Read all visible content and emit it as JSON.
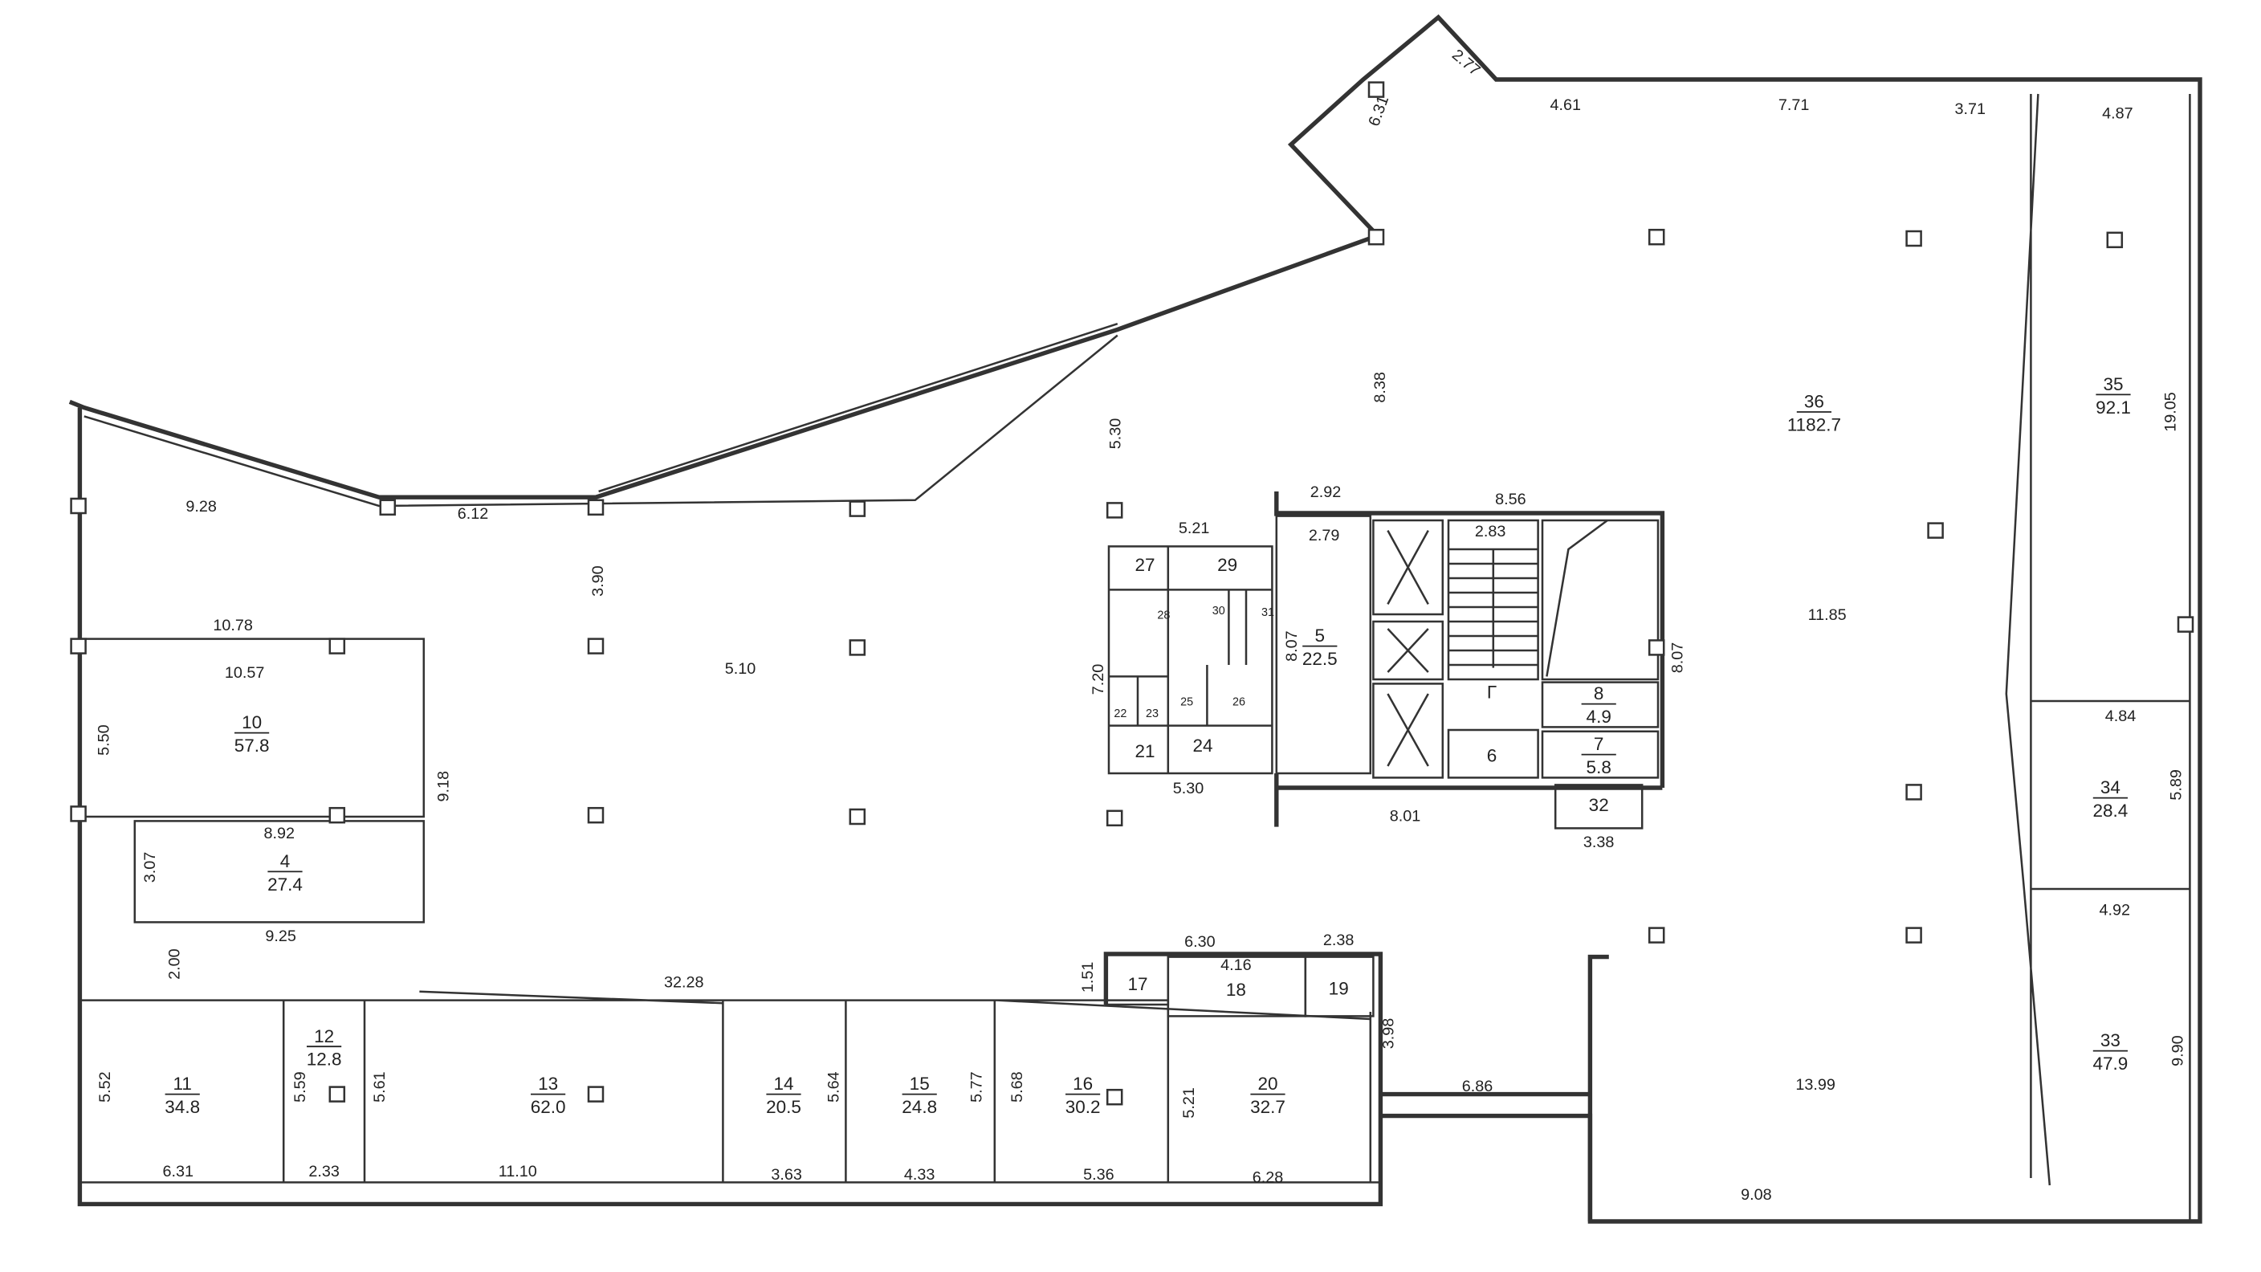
{
  "plan": {
    "rooms": [
      {
        "number": "36",
        "area": "1182.7"
      },
      {
        "number": "35",
        "area": "92.1"
      },
      {
        "number": "34",
        "area": "28.4"
      },
      {
        "number": "33",
        "area": "47.9"
      },
      {
        "number": "10",
        "area": "57.8"
      },
      {
        "number": "4",
        "area": "27.4"
      },
      {
        "number": "5",
        "area": "22.5"
      },
      {
        "number": "8",
        "area": "4.9"
      },
      {
        "number": "7",
        "area": "5.8"
      },
      {
        "number": "11",
        "area": "34.8"
      },
      {
        "number": "12",
        "area": "12.8"
      },
      {
        "number": "13",
        "area": "62.0"
      },
      {
        "number": "14",
        "area": "20.5"
      },
      {
        "number": "15",
        "area": "24.8"
      },
      {
        "number": "16",
        "area": "30.2"
      },
      {
        "number": "20",
        "area": "32.7"
      }
    ],
    "room_labels": [
      "17",
      "18",
      "19",
      "21",
      "24",
      "27",
      "29",
      "6",
      "32",
      "Г",
      "22",
      "23",
      "25",
      "26",
      "28",
      "30",
      "31"
    ],
    "dimensions_h": [
      "4.61",
      "7.71",
      "3.71",
      "4.87",
      "9.28",
      "6.12",
      "2.92",
      "8.56",
      "5.21",
      "2.79",
      "2.83",
      "10.78",
      "10.57",
      "5.10",
      "11.85",
      "4.84",
      "8.92",
      "5.30",
      "8.01",
      "3.38",
      "4.92",
      "9.25",
      "6.30",
      "2.38",
      "4.16",
      "32.28",
      "6.86",
      "13.99",
      "6.31",
      "2.33",
      "11.10",
      "3.63",
      "4.33",
      "5.36",
      "6.28",
      "9.08"
    ],
    "dimensions_v": [
      "5.30",
      "8.38",
      "19.05",
      "3.90",
      "8.07",
      "8.07",
      "7.20",
      "5.50",
      "9.18",
      "3.07",
      "5.89",
      "2.00",
      "1.51",
      "3.98",
      "5.52",
      "5.59",
      "5.61",
      "5.64",
      "5.77",
      "5.68",
      "5.21",
      "9.90"
    ],
    "dimensions_angled": [
      "2.77",
      "6.31"
    ]
  }
}
